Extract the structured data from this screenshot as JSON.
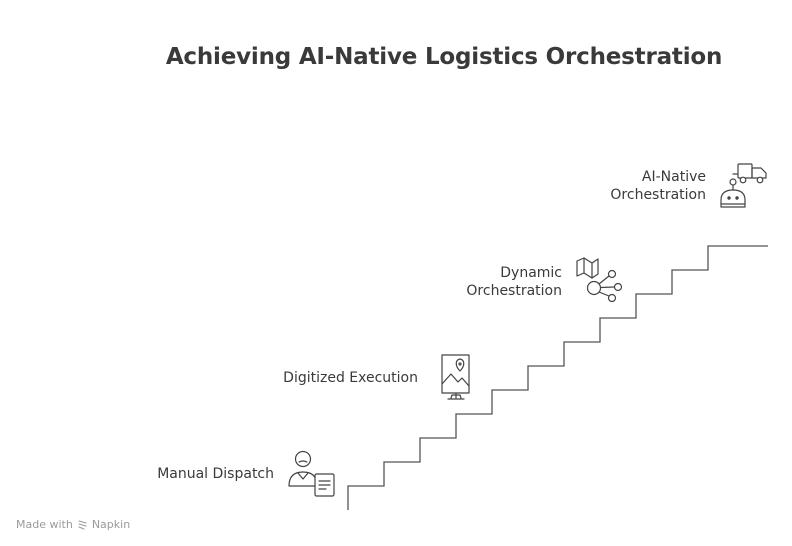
{
  "title": "Achieving AI-Native Logistics Orchestration",
  "stages": [
    {
      "lines": [
        "Manual Dispatch"
      ],
      "icon": "dispatcher-with-document-icon"
    },
    {
      "lines": [
        "Digitized Execution"
      ],
      "icon": "map-monitor-icon"
    },
    {
      "lines": [
        "Dynamic",
        "Orchestration"
      ],
      "icon": "map-network-icon"
    },
    {
      "lines": [
        "AI-Native",
        "Orchestration"
      ],
      "icon": "robot-truck-icon"
    }
  ],
  "footer": {
    "made_with": "Made with",
    "brand": "Napkin"
  },
  "colors": {
    "text": "#3a3a3a",
    "line": "#555555",
    "footer": "#9a9a9a"
  }
}
